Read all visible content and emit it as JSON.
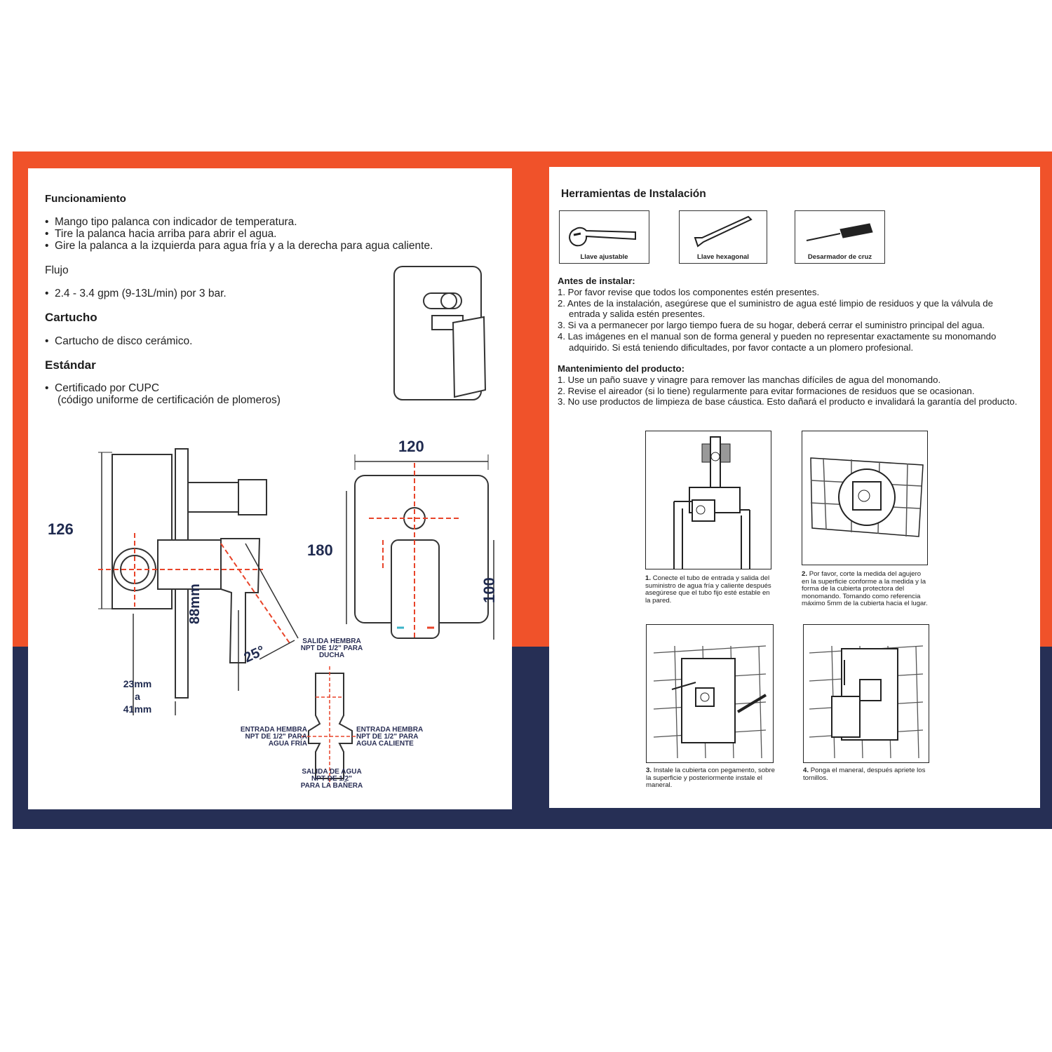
{
  "left_page": {
    "funcionamiento": {
      "heading": "Funcionamiento",
      "bullets": [
        "Mango tipo palanca con indicador de temperatura.",
        "Tire la palanca hacia arriba para abrir el agua.",
        "Gire la palanca a la izquierda para agua fría y a la derecha para agua caliente."
      ]
    },
    "flujo": {
      "heading": "Flujo",
      "bullet": "2.4 - 3.4 gpm (9-13L/min) por 3 bar."
    },
    "cartucho": {
      "heading": "Cartucho",
      "bullet": "Cartucho de disco cerámico."
    },
    "estandar": {
      "heading": "Estándar",
      "bullet_line1": "Certificado por CUPC",
      "bullet_line2": "(código uniforme de certificación de plomeros)"
    },
    "dimensions": {
      "d126": "126",
      "d88": "88mm",
      "d25": "25°",
      "d23": "23mm",
      "d_a": "a",
      "d41": "41mm",
      "d120": "120",
      "d180": "180",
      "d100": "100"
    },
    "ports": {
      "top": [
        "SALIDA HEMBRA",
        "NPT DE 1/2\" PARA",
        "DUCHA"
      ],
      "left": [
        "ENTRADA HEMBRA",
        "NPT DE 1/2\" PARA",
        "AGUA FRÍA"
      ],
      "right": [
        "ENTRADA HEMBRA",
        "NPT DE 1/2\" PARA",
        "AGUA CALIENTE"
      ],
      "bottom": [
        "SALIDA DE AGUA",
        "NPT DE 1/2\"",
        "PARA LA BAÑERA"
      ]
    }
  },
  "right_page": {
    "tools_heading": "Herramientas de Instalación",
    "tools": [
      {
        "label": "Llave ajustable",
        "icon": "wrench-icon"
      },
      {
        "label": "Llave hexagonal",
        "icon": "hex-key-icon"
      },
      {
        "label": "Desarmador de cruz",
        "icon": "screwdriver-icon"
      }
    ],
    "antes": {
      "heading": "Antes de instalar:",
      "items": [
        "1. Por favor revise que todos los componentes estén presentes.",
        "2. Antes de la instalación, asegúrese que el suministro de agua esté limpio de residuos y que la válvula de entrada y salida estén presentes.",
        "3. Si va a permanecer por largo tiempo fuera de su hogar, deberá cerrar el suministro principal del agua.",
        "4. Las imágenes en el manual son de forma general y pueden no representar exactamente su monomando adquirido. Si está teniendo dificultades, por favor contacte a un plomero profesional."
      ]
    },
    "mantenimiento": {
      "heading": "Mantenimiento del producto:",
      "items": [
        "1. Use un paño suave y vinagre para remover las manchas difíciles de agua del monomando.",
        "2. Revise el aireador (si lo tiene) regularmente para evitar formaciones de residuos que se ocasionan.",
        "3. No use productos de limpieza de base cáustica. Esto dañará el producto e invalidará la garantía del producto."
      ]
    },
    "steps": [
      {
        "num": "1.",
        "text": "Conecte el tubo de entrada y salida del suministro de agua fría y caliente después asegúrese que el tubo fijo esté estable en la pared."
      },
      {
        "num": "2.",
        "text": "Por favor, corte la medida del agujero en la superficie conforme a la medida y la forma de la cubierta protectora del monomando. Tomando como referencia máximo 5mm de la cubierta hacia el lugar."
      },
      {
        "num": "3.",
        "text": "Instale la cubierta con pegamento, sobre la superficie y posteriormente instale el maneral."
      },
      {
        "num": "4.",
        "text": "Ponga el maneral, después apriete los tornillos."
      }
    ]
  },
  "colors": {
    "orange": "#f0522a",
    "navy": "#262f55",
    "dim_red": "#e8442a"
  }
}
